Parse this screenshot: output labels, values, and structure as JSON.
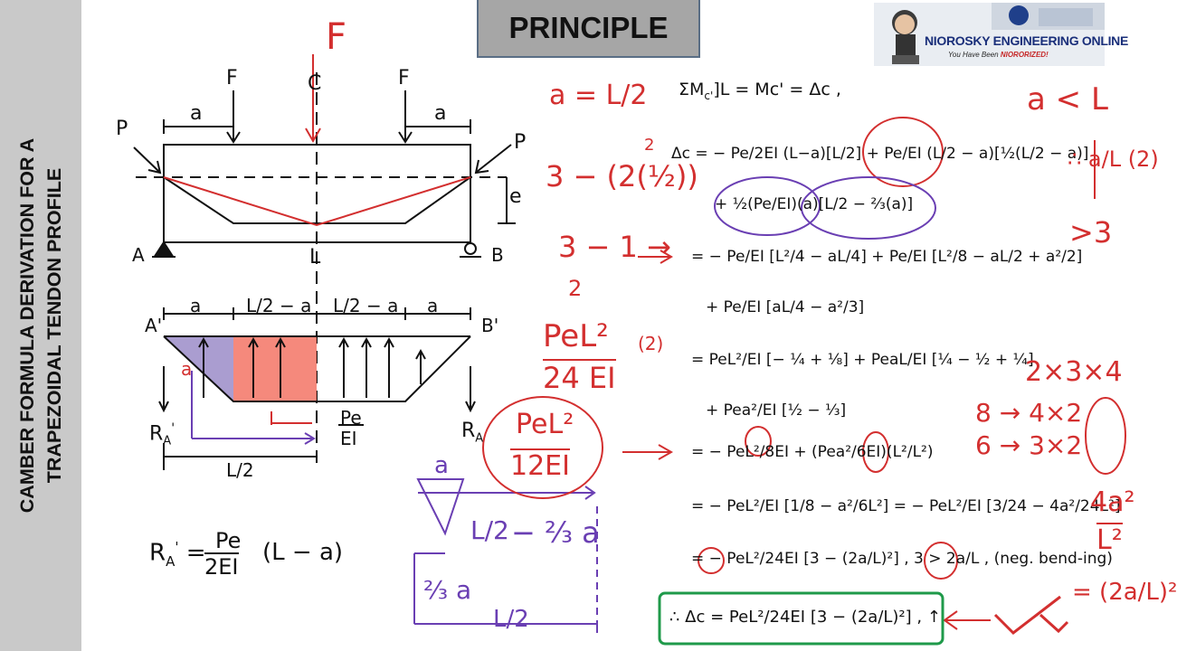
{
  "side_title": {
    "line1": "CAMBER FORMULA DERIVATION FOR A",
    "line2": "TRAPEZOIDAL TENDON PROFILE"
  },
  "banner_title": "PRINCIPLE",
  "logo": {
    "name": "NIOROSKY ENGINEERING ONLINE",
    "tagline_prefix": "You Have Been ",
    "tagline_highlight": "NIORORIZED!"
  },
  "beam_labels": {
    "force_top_red": "F",
    "force_left": "F",
    "force_right": "F",
    "centerline": "C",
    "dim_a_left": "a",
    "dim_a_right": "a",
    "prestress_left": "P",
    "prestress_right": "P",
    "eccentricity": "e",
    "support_a": "A",
    "support_b": "B",
    "midspan": "L"
  },
  "conjugate_labels": {
    "seg1": "a",
    "seg2": "L/2 − a",
    "seg3": "L/2 − a",
    "seg4": "a",
    "support_a": "A'",
    "support_b": "B'",
    "reaction_left": "R",
    "reaction_left_sub": "A",
    "reaction_left_sup": "'",
    "reaction_right": "R",
    "reaction_right_sub": "A",
    "load_num": "Pe",
    "load_den": "EI",
    "half_span": "L/2",
    "point_a": "a"
  },
  "reaction_formula": {
    "lhs": "R",
    "lhs_sub": "A",
    "lhs_sup": "'",
    "eq": "=",
    "num": "Pe",
    "den": "2EI",
    "tail": "(L − a)"
  },
  "equations": {
    "moment_eq": "ΣM",
    "moment_sub": "c'",
    "moment_tail": "]L = Mc' = Δc ,",
    "line1": "Δc = − Pe/2EI (L−a)[L/2] + Pe/EI (L/2 − a)[½(L/2 − a)]",
    "line2": "+ ½(Pe/EI)(a)[L/2 − ⅔(a)]",
    "line3": "= − Pe/EI [L²/4 − aL/4] + Pe/EI [L²/8 − aL/2 + a²/2]",
    "line4": "+ Pe/EI [aL/4 − a²/3]",
    "line5": "= PeL²/EI [− ¼ + ⅛] + PeaL/EI [¼ − ½ + ¼]",
    "line6": "+ Pea²/EI [½ − ⅓]",
    "line7": "= − PeL²/8EI + (Pea²/6EI)(L²/L²)",
    "line8": "= − PeL²/EI [1/8 − a²/6L²] = − PeL²/EI [3/24 − 4a²/24L²]",
    "line9": "= − PeL²/24EI [3 − (2a/L)²] ,  3 > 2a/L , (neg. bend-ing)",
    "final": "∴ Δc = PeL²/24EI [3 − (2a/L)²] , ↑"
  },
  "red_notes": {
    "a_eq": "a = L/2",
    "a_lt_L": "a < L",
    "n1": "3 − (2(½))",
    "n1_exp": "2",
    "n2": "3 − 1  →",
    "n3": "2",
    "n4_num": "PeL²",
    "n4_den": "24 EI",
    "n4_tag": "(2)",
    "n5_num": "PeL²",
    "n5_den": "12EI",
    "n6": "2×3×4",
    "n7": "8 → 4×2",
    "n8": "6 → 3×2",
    "n9_num": "4a²",
    "n9_den": "L²",
    "n10": "= (2a/L)²",
    "n11": "∴ a/L (2)",
    "n12": ">3"
  },
  "purple_notes": {
    "a": "a",
    "frac1": "L/2",
    "frac2": "− ⅔ a",
    "twothirds": "⅔ a",
    "halfL": "L/2"
  },
  "colors": {
    "ink": "#111111",
    "red": "#d32f2f",
    "purple": "#6a3fb3",
    "green": "#1f9a4a",
    "salmon": "#f47c6e",
    "lavender": "#9b8cc8"
  }
}
